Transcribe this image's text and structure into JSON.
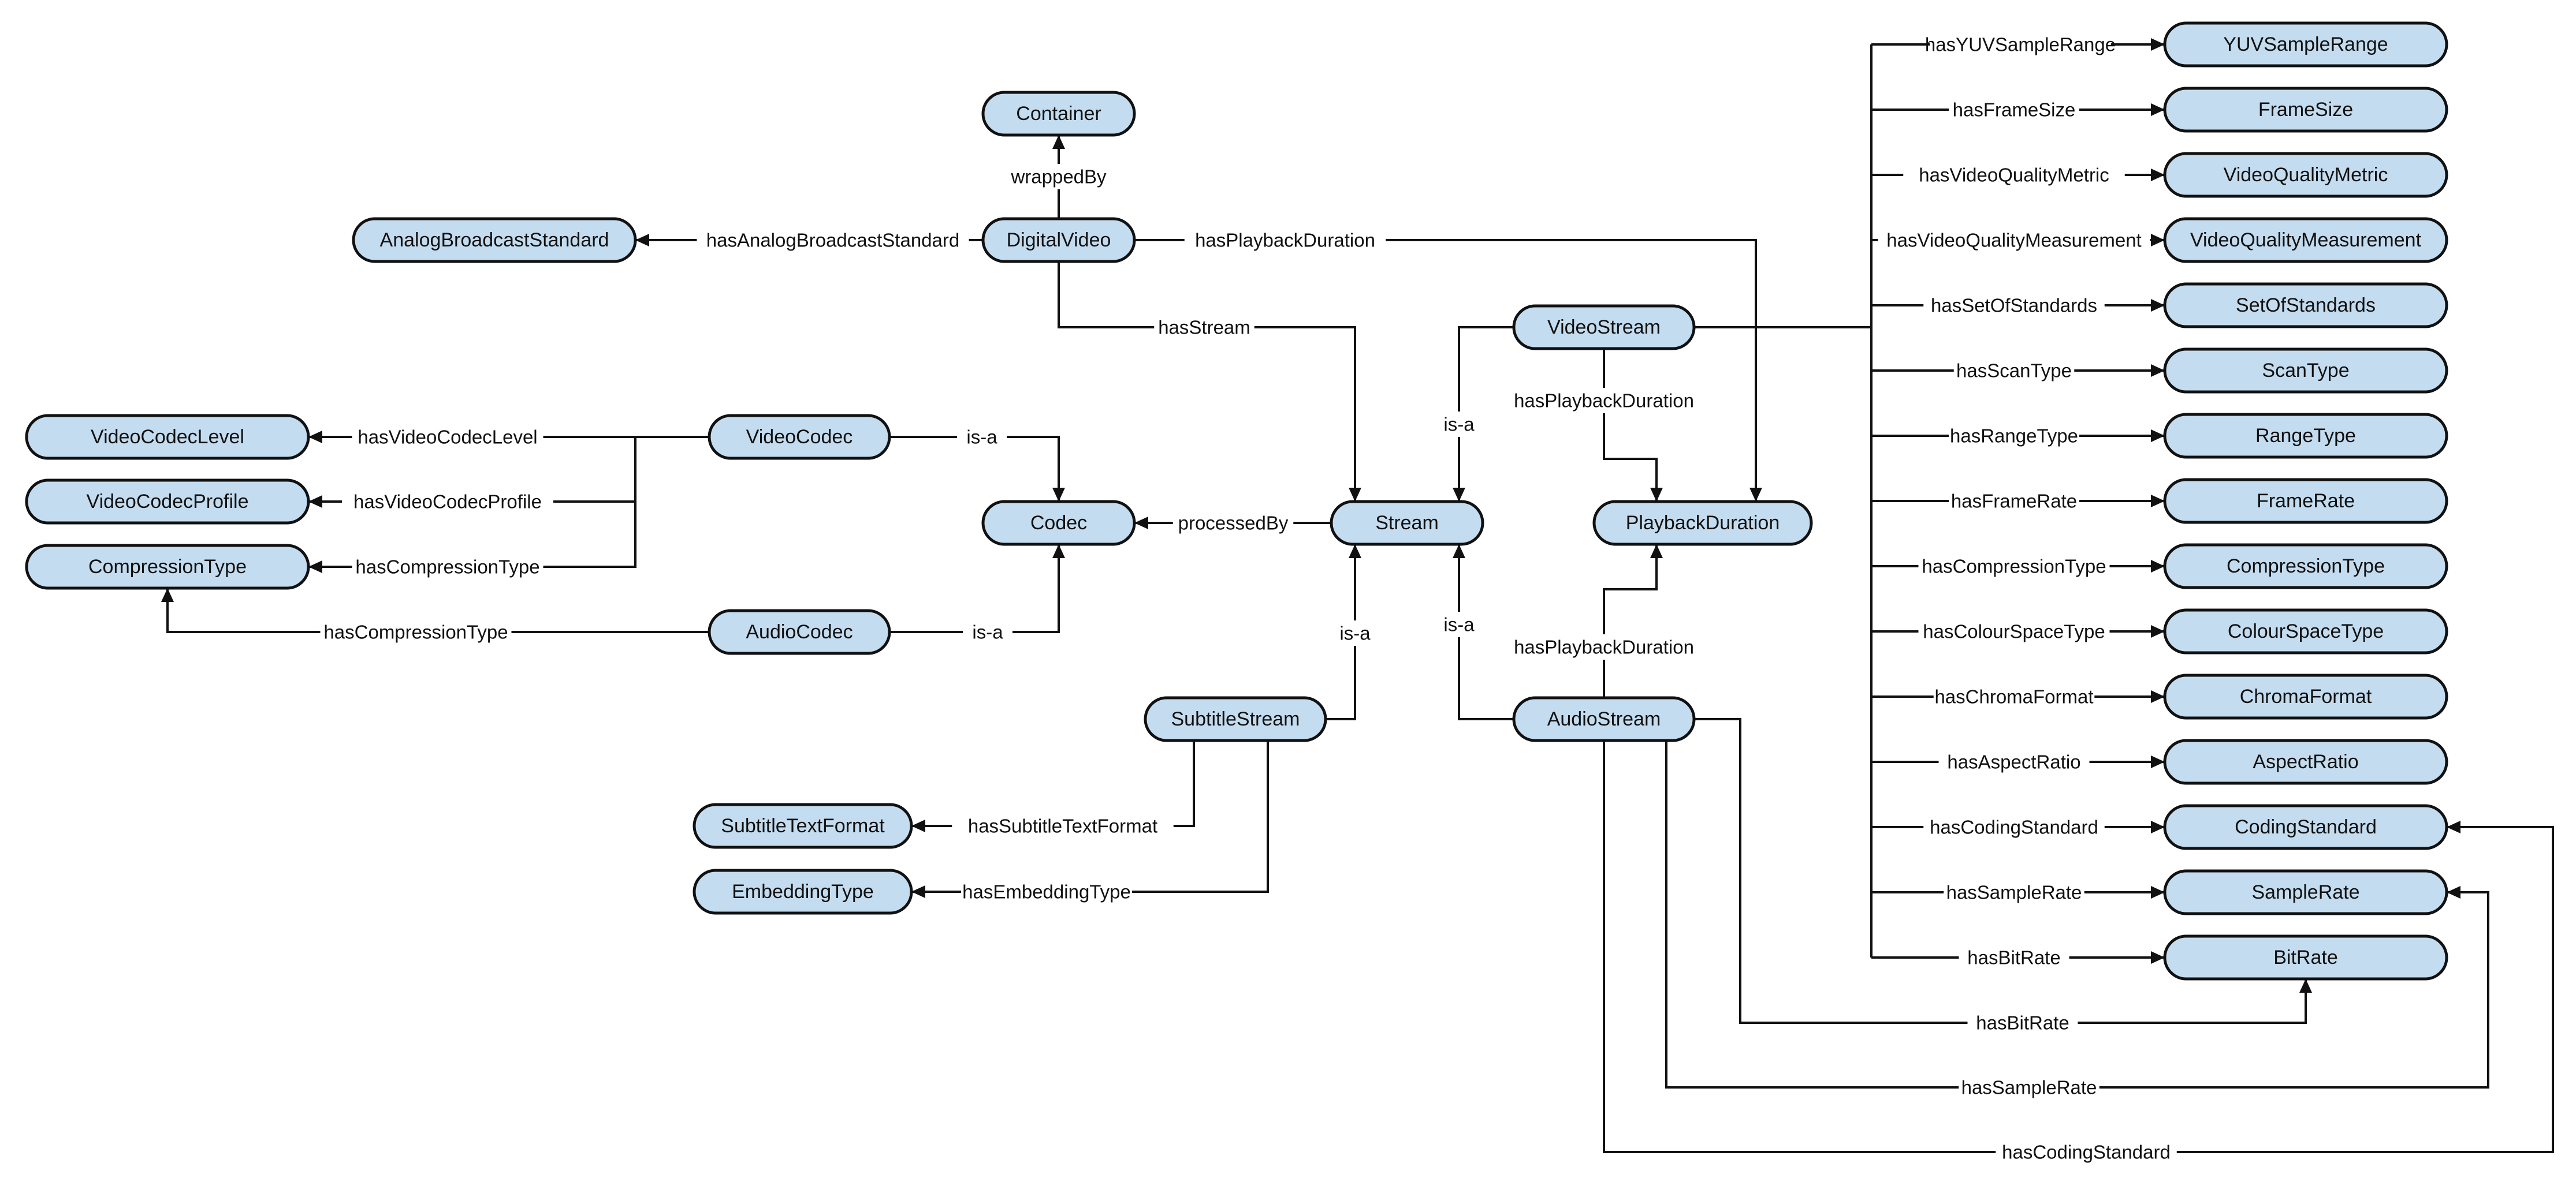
{
  "colors": {
    "node_fill": "#c4dcef",
    "stroke": "#111111",
    "background": "#ffffff"
  },
  "nodes": {
    "container": "Container",
    "digital_video": "DigitalVideo",
    "analog_broadcast_standard": "AnalogBroadcastStandard",
    "video_codec_level": "VideoCodecLevel",
    "video_codec_profile": "VideoCodecProfile",
    "compression_type_left": "CompressionType",
    "video_codec": "VideoCodec",
    "audio_codec": "AudioCodec",
    "codec": "Codec",
    "stream": "Stream",
    "video_stream": "VideoStream",
    "playback_duration": "PlaybackDuration",
    "subtitle_stream": "SubtitleStream",
    "audio_stream": "AudioStream",
    "subtitle_text_format": "SubtitleTextFormat",
    "embedding_type": "EmbeddingType",
    "yuv_sample_range": "YUVSampleRange",
    "frame_size": "FrameSize",
    "video_quality_metric": "VideoQualityMetric",
    "video_quality_measurement": "VideoQualityMeasurement",
    "set_of_standards": "SetOfStandards",
    "scan_type": "ScanType",
    "range_type": "RangeType",
    "frame_rate": "FrameRate",
    "compression_type_right": "CompressionType",
    "colour_space_type": "ColourSpaceType",
    "chroma_format": "ChromaFormat",
    "aspect_ratio": "AspectRatio",
    "coding_standard": "CodingStandard",
    "sample_rate": "SampleRate",
    "bit_rate": "BitRate"
  },
  "edges": {
    "wrapped_by": "wrappedBy",
    "has_analog_broadcast_standard": "hasAnalogBroadcastStandard",
    "dv_has_playback_duration": "hasPlaybackDuration",
    "has_stream": "hasStream",
    "has_video_codec_level": "hasVideoCodecLevel",
    "has_video_codec_profile": "hasVideoCodecProfile",
    "vc_has_compression_type": "hasCompressionType",
    "ac_has_compression_type": "hasCompressionType",
    "video_codec_is_a": "is-a",
    "audio_codec_is_a": "is-a",
    "processed_by": "processedBy",
    "video_stream_is_a": "is-a",
    "audio_stream_is_a": "is-a",
    "subtitle_stream_is_a": "is-a",
    "vs_has_playback_duration": "hasPlaybackDuration",
    "as_has_playback_duration": "hasPlaybackDuration",
    "has_subtitle_text_format": "hasSubtitleTextFormat",
    "has_embedding_type": "hasEmbeddingType",
    "has_yuv_sample_range": "hasYUVSampleRange",
    "has_frame_size": "hasFrameSize",
    "has_video_quality_metric": "hasVideoQualityMetric",
    "has_video_quality_measurement": "hasVideoQualityMeasurement",
    "has_set_of_standards": "hasSetOfStandards",
    "has_scan_type": "hasScanType",
    "has_range_type": "hasRangeType",
    "has_frame_rate": "hasFrameRate",
    "vs_has_compression_type": "hasCompressionType",
    "has_colour_space_type": "hasColourSpaceType",
    "has_chroma_format": "hasChromaFormat",
    "has_aspect_ratio": "hasAspectRatio",
    "vs_has_coding_standard": "hasCodingStandard",
    "vs_has_sample_rate": "hasSampleRate",
    "vs_has_bit_rate": "hasBitRate",
    "as_has_bit_rate": "hasBitRate",
    "as_has_sample_rate": "hasSampleRate",
    "as_has_coding_standard": "hasCodingStandard"
  }
}
